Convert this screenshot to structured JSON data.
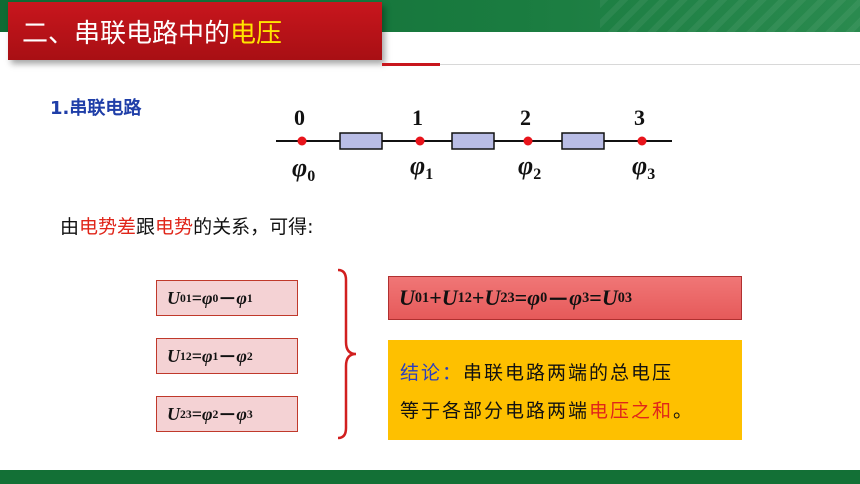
{
  "header": {
    "title_prefix": "二、串联电路中的",
    "title_highlight": "电压"
  },
  "section": {
    "label": "1.串联电路"
  },
  "circuit": {
    "nodes": [
      {
        "index": "0",
        "phi": "φ",
        "sub": "0"
      },
      {
        "index": "1",
        "phi": "φ",
        "sub": "1"
      },
      {
        "index": "2",
        "phi": "φ",
        "sub": "2"
      },
      {
        "index": "3",
        "phi": "φ",
        "sub": "3"
      }
    ],
    "colors": {
      "node": "#e8141b",
      "resistor_fill": "#b9bde6",
      "wire": "#111111"
    }
  },
  "intro": {
    "part1": "由",
    "part2": "电势差",
    "part3": "跟",
    "part4": "电势",
    "part5": "的关系，可得:"
  },
  "equations": [
    {
      "U": "U",
      "usub": "01",
      "eq": "=",
      "phiA": "φ",
      "subA": "0",
      "minus": "－",
      "phiB": "φ",
      "subB": "1"
    },
    {
      "U": "U",
      "usub": "12",
      "eq": "=",
      "phiA": "φ",
      "subA": "1",
      "minus": "－",
      "phiB": "φ",
      "subB": "2"
    },
    {
      "U": "U",
      "usub": "23",
      "eq": "=",
      "phiA": "φ",
      "subA": "2",
      "minus": "－",
      "phiB": "φ",
      "subB": "3"
    }
  ],
  "sum": {
    "U1": "U",
    "s1": "01",
    "plus1": "+",
    "U2": "U",
    "s2": "12",
    "plus2": "+",
    "U3": "U",
    "s3": "23",
    "eq1": " =",
    "phiA": "φ",
    "subA": "0",
    "minus": "－",
    "phiB": "φ",
    "subB": "3",
    "eq2": " = ",
    "U4": "U",
    "s4": "03"
  },
  "conclusion": {
    "label": "结论：",
    "line1": "串联电路两端的总电压",
    "line2_part1": "等于各部分电路两端",
    "line2_highlight": "电压之和",
    "line2_end": "。"
  },
  "colors": {
    "title_bg": "#c8161d",
    "title_highlight": "#ffe400",
    "green_bar": "#137036",
    "label_blue": "#1f3ea8",
    "eq_box_bg": "#f4d2d4",
    "sum_box_bg": "#e65a5a",
    "conclusion_bg": "#fec000"
  }
}
